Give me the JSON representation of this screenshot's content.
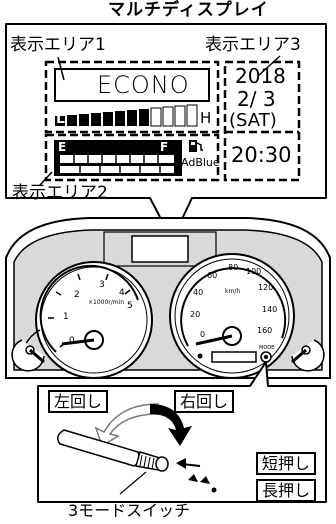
{
  "title": "マルチディスプレイ",
  "areas": {
    "area1": "表示エリア1",
    "area2": "表示エリア2",
    "area3": "表示エリア3"
  },
  "display": {
    "mode_text": "ECONO",
    "eco_left": "L",
    "eco_right": "H",
    "fuel_empty": "E",
    "fuel_full": "F",
    "adblue": "AdBlue",
    "year": "2018",
    "month_day": "2/ 3",
    "weekday": "(SAT)",
    "time": "20:30"
  },
  "tachometer": {
    "ticks": [
      "0",
      "1",
      "2",
      "3",
      "4",
      "5"
    ],
    "unit": "×1000r/min"
  },
  "speedometer": {
    "ticks": [
      "0",
      "20",
      "40",
      "60",
      "80",
      "100",
      "120",
      "140",
      "160"
    ],
    "unit": "km/h",
    "mode_label": "MODE"
  },
  "switch_labels": {
    "left_turn": "左回し",
    "right_turn": "右回し",
    "short_press": "短押し",
    "long_press": "長押し",
    "switch_name": "3モードスイッチ"
  },
  "colors": {
    "ink": "#000000",
    "paper": "#ffffff",
    "panel_gray": "#c8c8c8",
    "arrow_gray": "#7a7a7a"
  },
  "icons": [
    "fuel-pump-icon",
    "fuel-gauge-icon",
    "temperature-gauge-icon"
  ]
}
